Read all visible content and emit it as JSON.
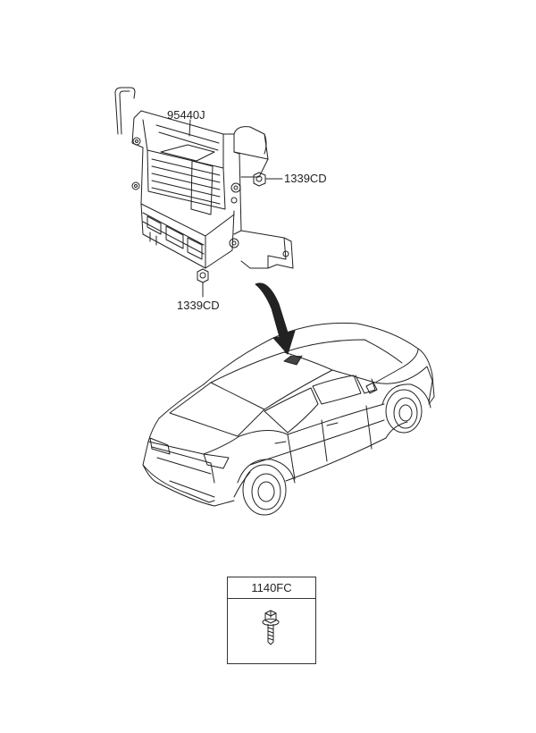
{
  "labels": {
    "ecu": "95440J",
    "nut_right": "1339CD",
    "nut_left": "1339CD"
  },
  "legend": {
    "part": "1140FC"
  }
}
